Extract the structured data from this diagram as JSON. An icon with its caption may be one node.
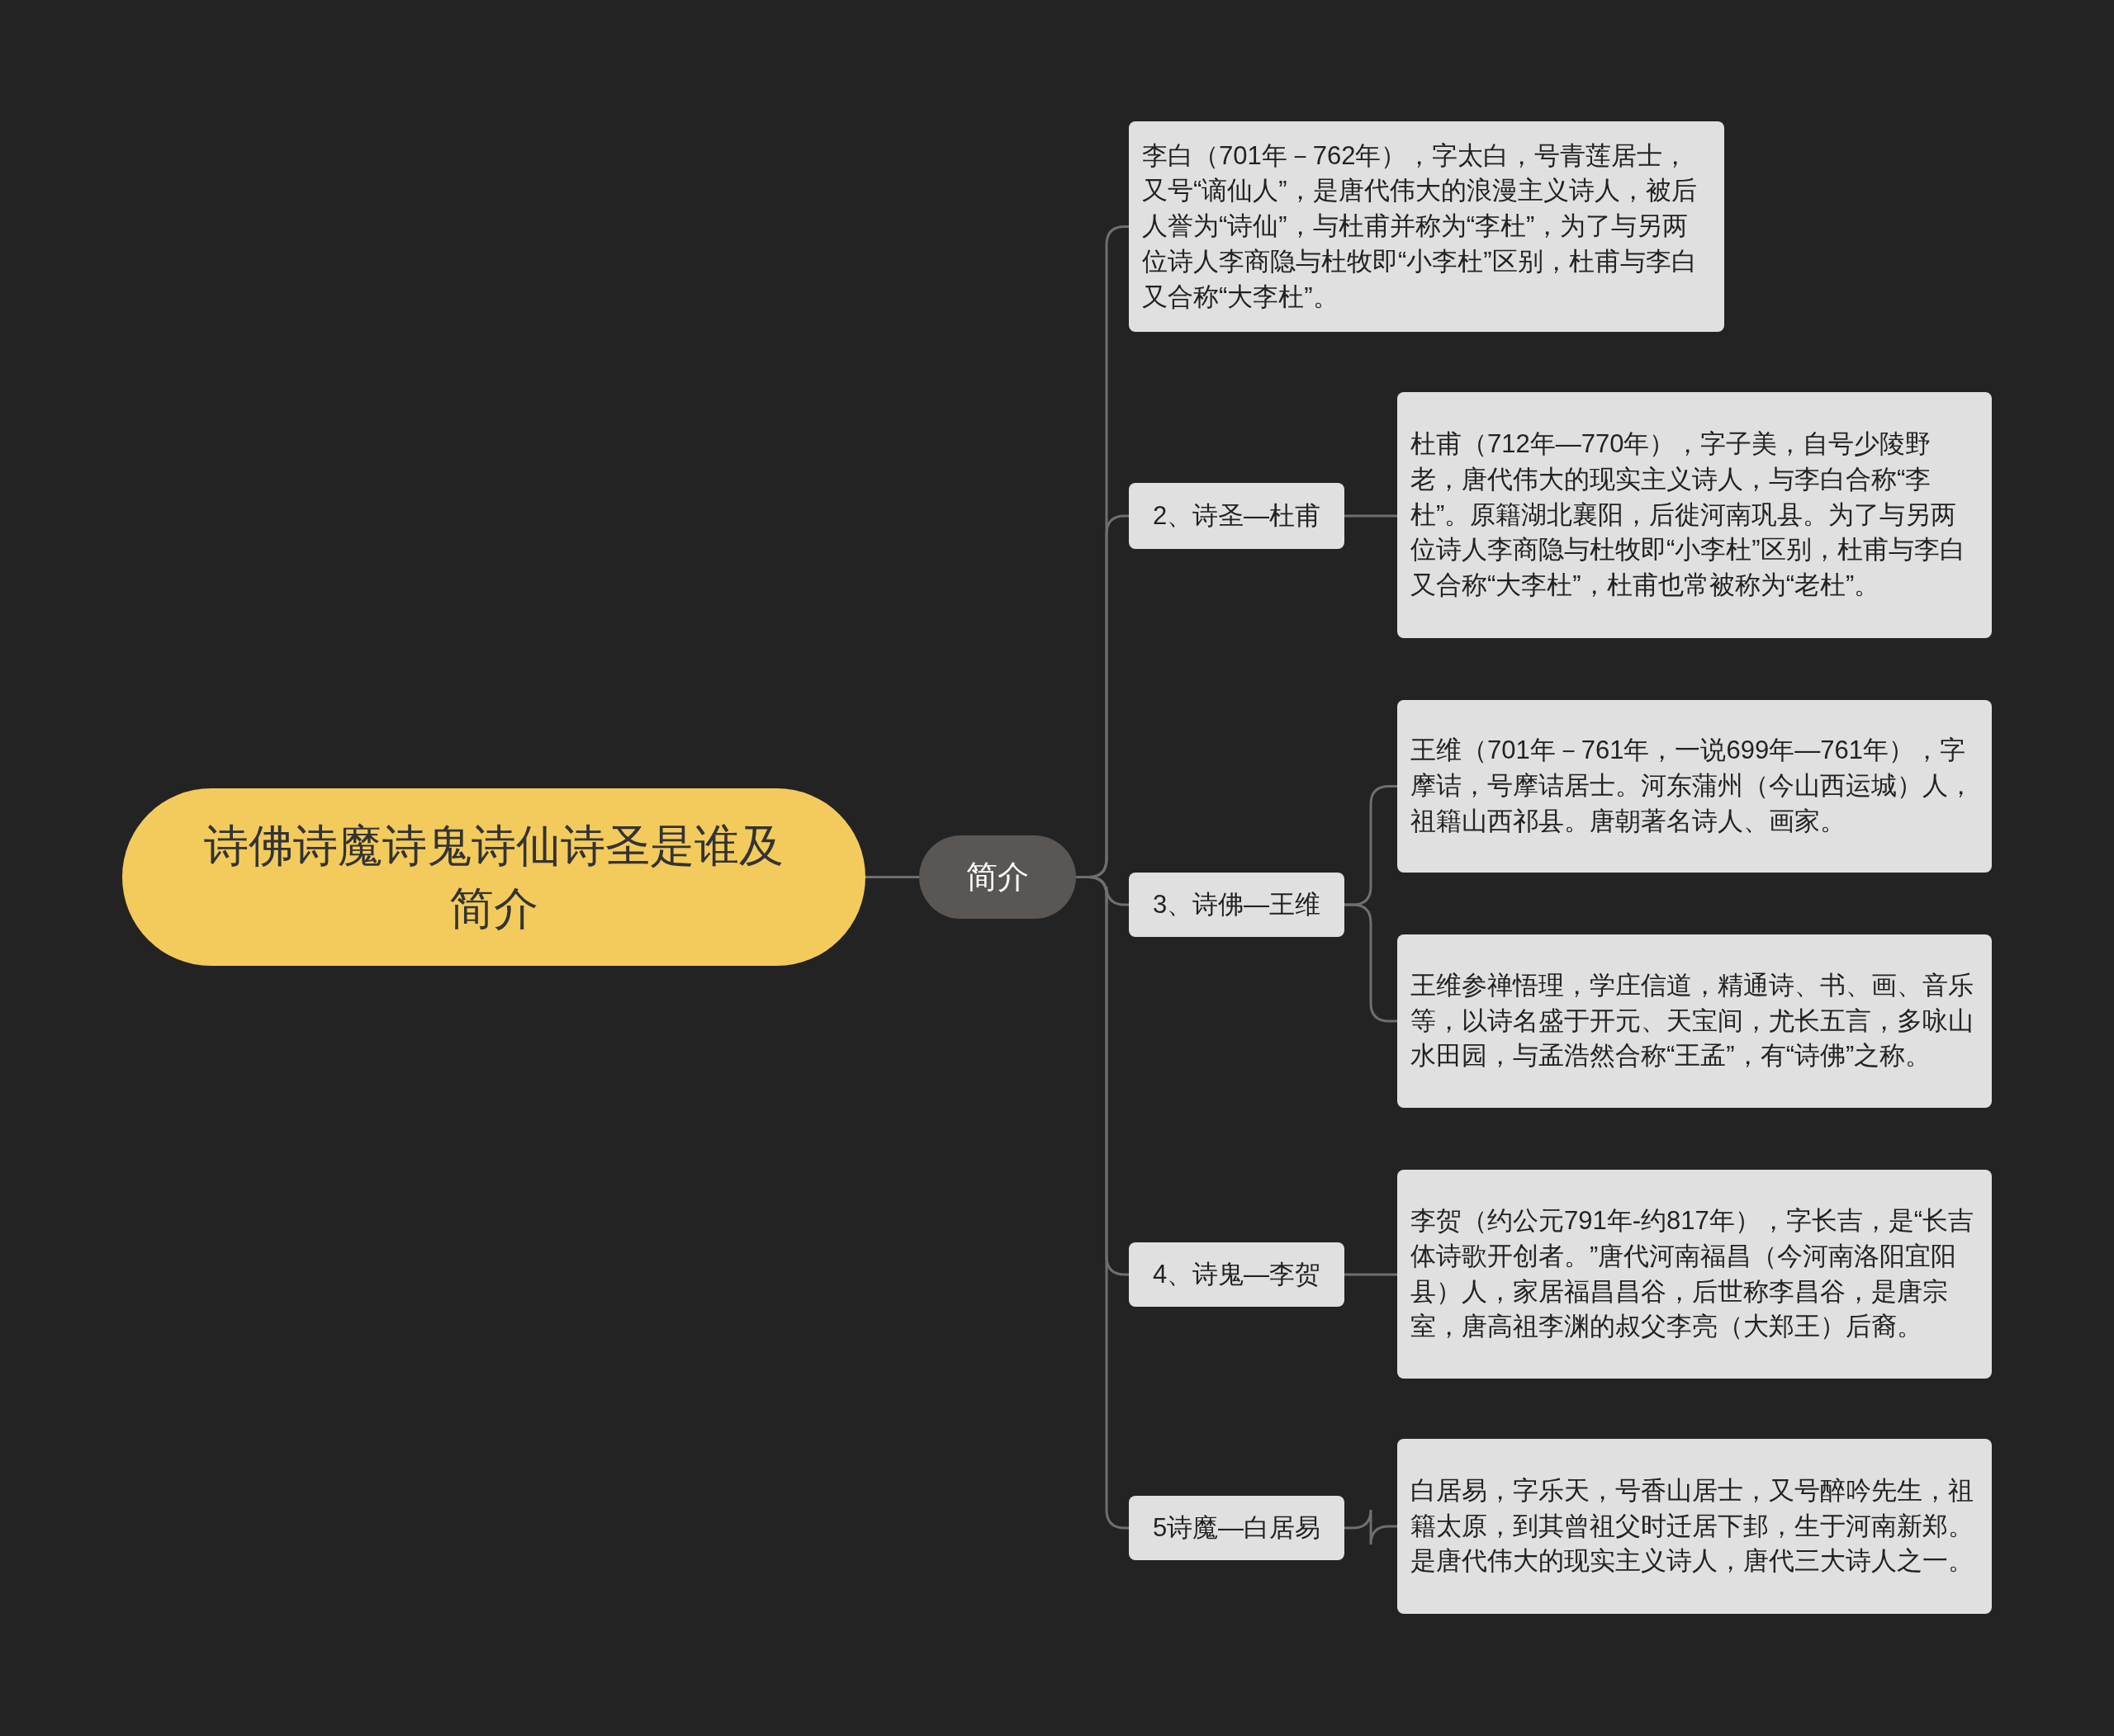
{
  "diagram": {
    "nodes": [
      {
        "text": [
          "诗佛诗魔诗鬼诗仙诗圣是谁及简介"
        ]
      },
      {
        "text": [
          "简介"
        ]
      },
      {
        "text": [
          "李白（701年－762年），字太白，号青莲居士，又号“谪仙人”，是唐代伟大的浪漫主义诗人，被后人誉为“诗仙”，与杜甫并称为“李杜”，为了与另两位诗人李商隐与杜牧即“小李杜”区别，杜甫与李白又合称“大李杜”。"
        ]
      },
      {
        "text": [
          "2、诗圣—杜甫"
        ]
      },
      {
        "text": [
          "杜甫（712年—770年），字子美，自号少陵野老，唐代伟大的现实主义诗人，与李白合称“李杜”。原籍湖北襄阳，后徙河南巩县。为了与另两位诗人李商隐与杜牧即“小李杜”区别，杜甫与李白又合称“大李杜”，杜甫也常被称为“老杜”。"
        ]
      },
      {
        "text": [
          "3、诗佛—王维"
        ]
      },
      {
        "text": [
          "王维（701年－761年，一说699年—761年），字摩诘，号摩诘居士。河东蒲州（今山西运城）人，祖籍山西祁县。唐朝著名诗人、画家。"
        ]
      },
      {
        "text": [
          "王维参禅悟理，学庄信道，精通诗、书、画、音乐等，以诗名盛于开元、天宝间，尤长五言，多咏山水田园，与孟浩然合称“王孟”，有“诗佛”之称。"
        ]
      },
      {
        "text": [
          "4、诗鬼—李贺"
        ]
      },
      {
        "text": [
          "李贺（约公元791年-约817年），字长吉，是“长吉体诗歌开创者。”唐代河南福昌（今河南洛阳宜阳县）人，家居福昌昌谷，后世称李昌谷，是唐宗室，唐高祖李渊的叔父李亮（大郑王）后裔。"
        ]
      },
      {
        "text": [
          "5诗魔—白居易"
        ]
      },
      {
        "text": [
          "白居易，字乐天，号香山居士，又号醉吟先生，祖籍太原，到其曾祖父时迁居下邽，生于河南新郑。是唐代伟大的现实主义诗人，唐代三大诗人之一。"
        ]
      }
    ],
    "edges": [
      {
        "from": 0,
        "to": 1,
        "arrow": "none"
      },
      {
        "from": 1,
        "to": 2,
        "arrow": "none"
      },
      {
        "from": 1,
        "to": 3,
        "arrow": "none"
      },
      {
        "from": 3,
        "to": 4,
        "arrow": "none"
      },
      {
        "from": 1,
        "to": 5,
        "arrow": "none"
      },
      {
        "from": 5,
        "to": 6,
        "arrow": "none"
      },
      {
        "from": 5,
        "to": 7,
        "arrow": "none"
      },
      {
        "from": 1,
        "to": 8,
        "arrow": "none"
      },
      {
        "from": 8,
        "to": 9,
        "arrow": "none"
      },
      {
        "from": 1,
        "to": 10,
        "arrow": "none"
      },
      {
        "from": 10,
        "to": 11,
        "arrow": "none"
      }
    ]
  }
}
